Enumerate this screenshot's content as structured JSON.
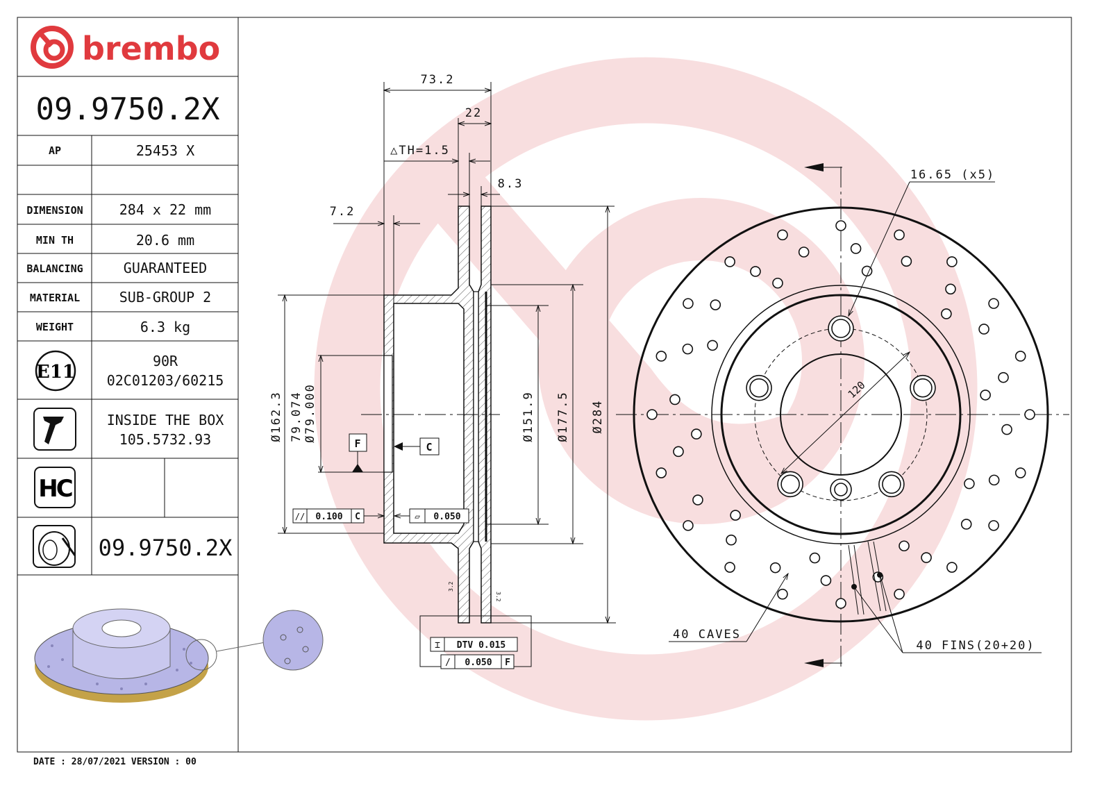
{
  "brand": {
    "name": "brembo",
    "color": "#e03a3e",
    "watermark_color": "#f6cfd0"
  },
  "title_block": {
    "part_number": "09.9750.2X",
    "rows": [
      {
        "label": "AP",
        "value": "25453 X"
      },
      {
        "label": "",
        "value": ""
      },
      {
        "label": "DIMENSION",
        "value": "284 x 22 mm"
      },
      {
        "label": "MIN TH",
        "value": "20.6 mm"
      },
      {
        "label": "BALANCING",
        "value": "GUARANTEED"
      },
      {
        "label": "MATERIAL",
        "value": "SUB-GROUP 2"
      },
      {
        "label": "WEIGHT",
        "value": "6.3 kg"
      }
    ],
    "homologation": {
      "icon_text": "E11",
      "line1": "90R",
      "line2": "02C01203/60215"
    },
    "inside_box": {
      "line1": "INSIDE THE BOX",
      "line2": "105.5732.93"
    },
    "hc": {
      "icon_text": "HC"
    },
    "disc_icon_part_number": "09.9750.2X"
  },
  "footer": {
    "date_version": "DATE : 28/07/2021 VERSION : 00"
  },
  "side_view": {
    "dims": {
      "overall_width": "73.2",
      "thickness": "22",
      "delta_th": "△TH=1.5",
      "vent": "8.3",
      "hat_wall": "7.2",
      "d_hat": "Ø162.3",
      "d_bore_max": "79.074",
      "d_bore_min": "Ø79.000",
      "d_inner_ring": "Ø151.9",
      "d_ring": "Ø177.5",
      "d_outer": "Ø284"
    },
    "datums": {
      "f": "F",
      "c": "C"
    },
    "tolerances": {
      "parallelism": {
        "symbol": "//",
        "value": "0.100",
        "datum": "C"
      },
      "flatness": {
        "symbol": "▱",
        "value": "0.050"
      },
      "dtv": {
        "symbol": "⌶",
        "value": "DTV 0.015"
      },
      "runout": {
        "symbol": "/",
        "value": "0.050",
        "datum": "F"
      }
    },
    "roughness": "3.2"
  },
  "front_view": {
    "bolt_hole": "16.65 (x5)",
    "pcd": "120",
    "caves": "40 CAVES",
    "fins": "40 FINS(20+20)"
  }
}
